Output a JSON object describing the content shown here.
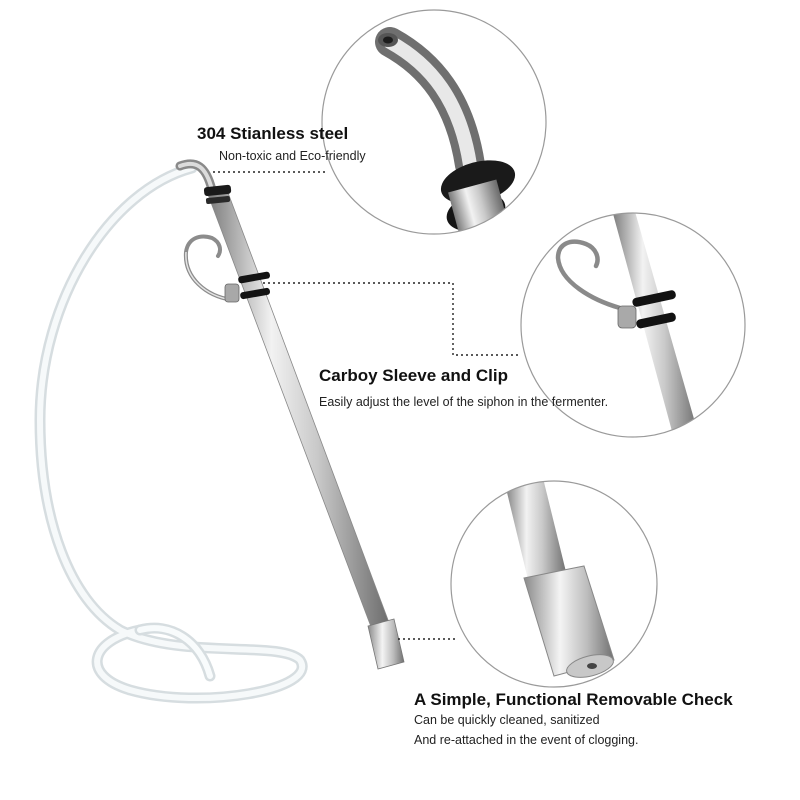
{
  "colors": {
    "steel_light": "#eeeeee",
    "steel_mid": "#b9b9b9",
    "steel_dark": "#6e6e6e",
    "rubber": "#1a1a1a",
    "tubing": "#e9eef0",
    "circle_border": "#9a9a9a",
    "leader_line": "#222222"
  },
  "callouts": {
    "steel": {
      "title": "304 Stianless steel",
      "subtitle": "Non-toxic and Eco-friendly"
    },
    "clip": {
      "title": "Carboy Sleeve and Clip",
      "subtitle": "Easily adjust the level of the siphon in the fermenter."
    },
    "check": {
      "title": "A Simple, Functional Removable Check",
      "line1": "Can be quickly cleaned, sanitized",
      "line2": "And re-attached in the event of clogging."
    }
  }
}
